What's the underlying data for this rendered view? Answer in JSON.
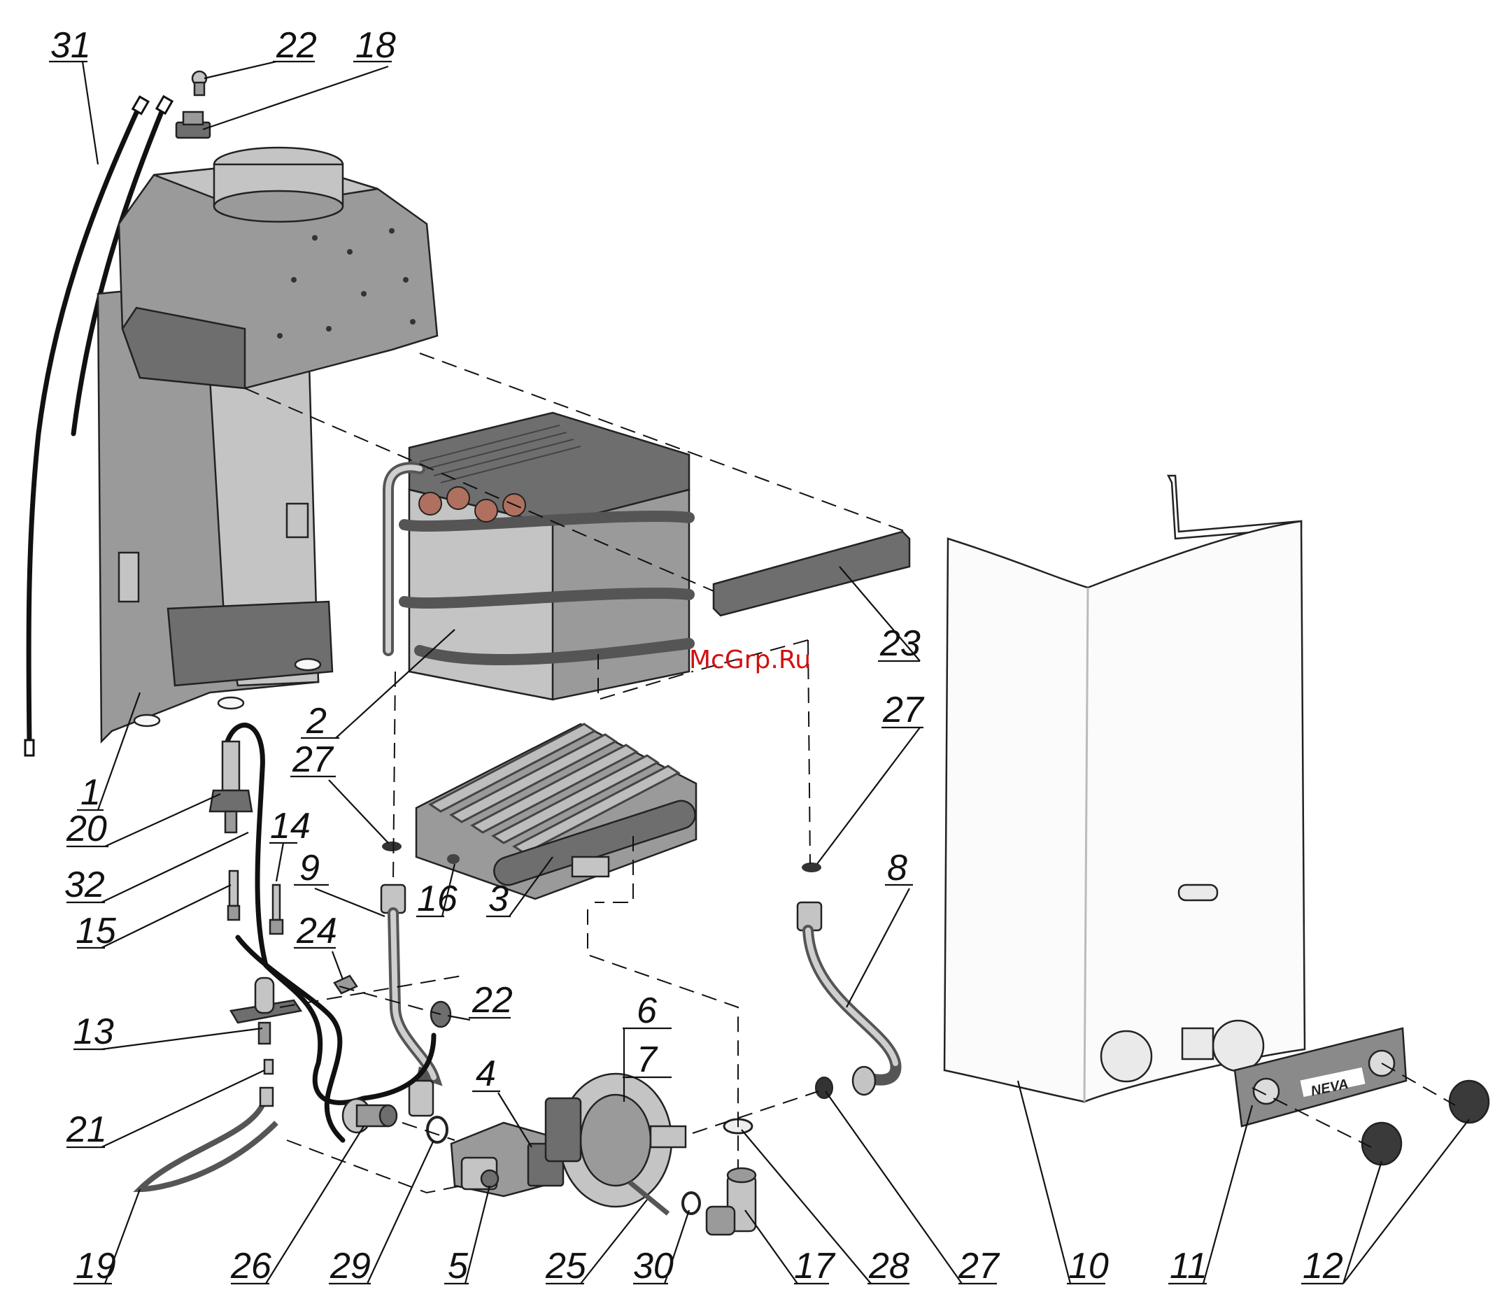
{
  "watermark": "McGrp.Ru",
  "callouts": [
    {
      "id": "1",
      "text": "1"
    },
    {
      "id": "2",
      "text": "2"
    },
    {
      "id": "3",
      "text": "3"
    },
    {
      "id": "4",
      "text": "4"
    },
    {
      "id": "5",
      "text": "5"
    },
    {
      "id": "6",
      "text": "6"
    },
    {
      "id": "7",
      "text": "7"
    },
    {
      "id": "8",
      "text": "8"
    },
    {
      "id": "9",
      "text": "9"
    },
    {
      "id": "10",
      "text": "10"
    },
    {
      "id": "11",
      "text": "11"
    },
    {
      "id": "12",
      "text": "12"
    },
    {
      "id": "13",
      "text": "13"
    },
    {
      "id": "14",
      "text": "14"
    },
    {
      "id": "15",
      "text": "15"
    },
    {
      "id": "16",
      "text": "16"
    },
    {
      "id": "17",
      "text": "17"
    },
    {
      "id": "18",
      "text": "18"
    },
    {
      "id": "19",
      "text": "19"
    },
    {
      "id": "20",
      "text": "20"
    },
    {
      "id": "21",
      "text": "21"
    },
    {
      "id": "22a",
      "text": "22"
    },
    {
      "id": "22b",
      "text": "22"
    },
    {
      "id": "23",
      "text": "23"
    },
    {
      "id": "24",
      "text": "24"
    },
    {
      "id": "25",
      "text": "25"
    },
    {
      "id": "26",
      "text": "26"
    },
    {
      "id": "27a",
      "text": "27"
    },
    {
      "id": "27b",
      "text": "27"
    },
    {
      "id": "27c",
      "text": "27"
    },
    {
      "id": "28",
      "text": "28"
    },
    {
      "id": "29",
      "text": "29"
    },
    {
      "id": "30",
      "text": "30"
    },
    {
      "id": "31",
      "text": "31"
    },
    {
      "id": "32",
      "text": "32"
    }
  ],
  "brand_mark": "NEVA",
  "colors": {
    "ink": "#111111",
    "metal": "#9a9a9a",
    "watermark": "#d21010"
  }
}
